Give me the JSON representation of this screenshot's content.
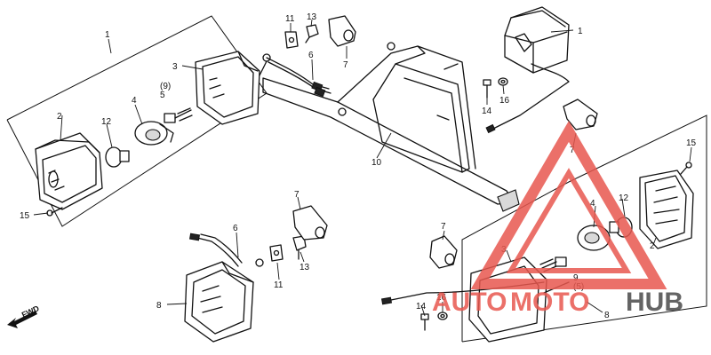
{
  "labels": {
    "l1a": "1",
    "l1b": "1",
    "l2a": "2",
    "l2b": "2",
    "l3a": "3",
    "l3b": "3",
    "l4a": "4",
    "l4b": "4",
    "l5a": "(9)\n5",
    "l5b": "9\n(5)",
    "l6a": "6",
    "l6b": "6",
    "l7a": "7",
    "l7b": "7",
    "l7c": "7",
    "l7d": "7",
    "l8a": "8",
    "l8b": "8",
    "l10": "10",
    "l11a": "11",
    "l11b": "11",
    "l12a": "12",
    "l12b": "12",
    "l13a": "13",
    "l13b": "13",
    "l14a": "14",
    "l14b": "14",
    "l15a": "15",
    "l15b": "15",
    "l16a": "16",
    "l16b": "16"
  },
  "direction_marker": "FWD",
  "watermark": {
    "word_1": "AUTO",
    "word_2": "MOTO",
    "word_3": "HUB",
    "color_primary": "#e8584f",
    "color_secondary": "#4a4a4a"
  }
}
